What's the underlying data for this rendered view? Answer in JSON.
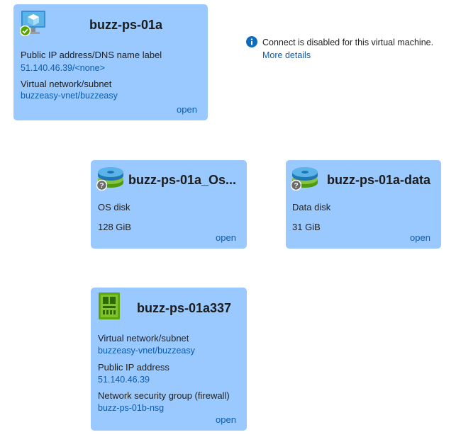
{
  "vm_card": {
    "title": "buzz-ps-01a",
    "icon": "virtual-machine-icon",
    "ip_label": "Public IP address/DNS name label",
    "ip_value": "51.140.46.39/<none>",
    "vnet_label": "Virtual network/subnet",
    "vnet_value": "buzzeasy-vnet/buzzeasy",
    "open_label": "open"
  },
  "notice": {
    "icon": "info-icon",
    "text": "Connect is disabled for this virtual machine.",
    "link": "More details"
  },
  "os_disk_card": {
    "title": "buzz-ps-01a_Os...",
    "icon": "disk-icon",
    "type_label": "OS disk",
    "size": "128 GiB",
    "open_label": "open"
  },
  "data_disk_card": {
    "title": "buzz-ps-01a-data",
    "icon": "disk-icon",
    "type_label": "Data disk",
    "size": "31 GiB",
    "open_label": "open"
  },
  "nic_card": {
    "title": "buzz-ps-01a337",
    "icon": "network-interface-icon",
    "vnet_label": "Virtual network/subnet",
    "vnet_value": "buzzeasy-vnet/buzzeasy",
    "ip_label": "Public IP address",
    "ip_value": "51.140.46.39",
    "nsg_label": "Network security group (firewall)",
    "nsg_value": "buzz-ps-01b-nsg",
    "open_label": "open"
  },
  "colors": {
    "card_background": "#99c9ff",
    "link": "#0b5cad",
    "info_icon": "#0f6cbd",
    "success_badge": "#57a300",
    "unknown_badge": "#6b6b6b"
  }
}
